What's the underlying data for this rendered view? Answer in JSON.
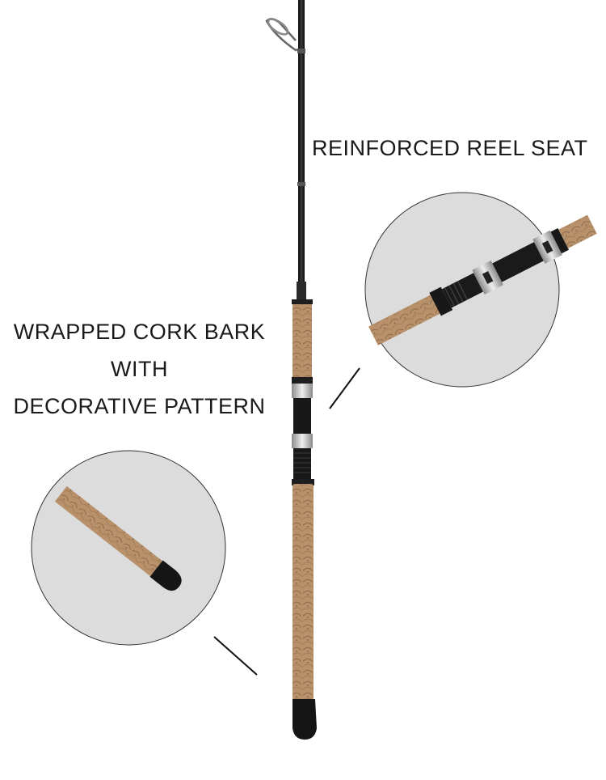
{
  "labels": {
    "reel_seat": "REINFORCED REEL SEAT",
    "cork_line1": "WRAPPED CORK BARK",
    "cork_line2": "WITH",
    "cork_line3": "DECORATIVE PATTERN"
  },
  "colors": {
    "background": "#ffffff",
    "zoom_circle_fill": "#dcdcdc",
    "zoom_circle_stroke": "#333333",
    "cork": "#b8916a",
    "cork_dark": "#7a5a3c",
    "rod_blank": "#1c1c1c",
    "metal": "#c8c8c8",
    "text": "#1a1a1a"
  },
  "icons": {
    "rod": "fishing-rod-image",
    "reel_seat_zoom": "reel-seat-detail",
    "butt_cap_zoom": "butt-cap-detail"
  }
}
